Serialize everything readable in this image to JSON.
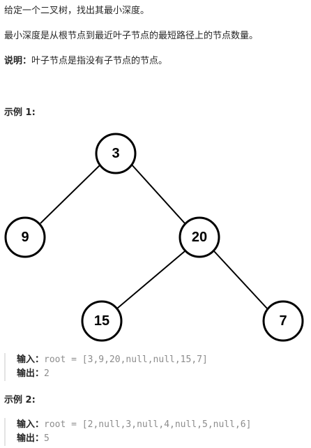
{
  "problem": {
    "line1": "给定一个二叉树，找出其最小深度。",
    "line2": "最小深度是从根节点到最近叶子节点的最短路径上的节点数量。",
    "note_label": "说明：",
    "note_text": "叶子节点是指没有子节点的节点。"
  },
  "example1": {
    "title": "示例 1:",
    "tree_nodes": [
      "3",
      "9",
      "20",
      "15",
      "7"
    ],
    "input_label": "输入：",
    "input_value": "root = [3,9,20,null,null,15,7]",
    "output_label": "输出：",
    "output_value": "2"
  },
  "example2": {
    "title": "示例 2:",
    "input_label": "输入：",
    "input_value": "root = [2,null,3,null,4,null,5,null,6]",
    "output_label": "输出：",
    "output_value": "5"
  },
  "colors": {
    "text": "#262626",
    "muted": "#8c8c8c",
    "border": "#e3e3e3",
    "stroke": "#000000"
  }
}
